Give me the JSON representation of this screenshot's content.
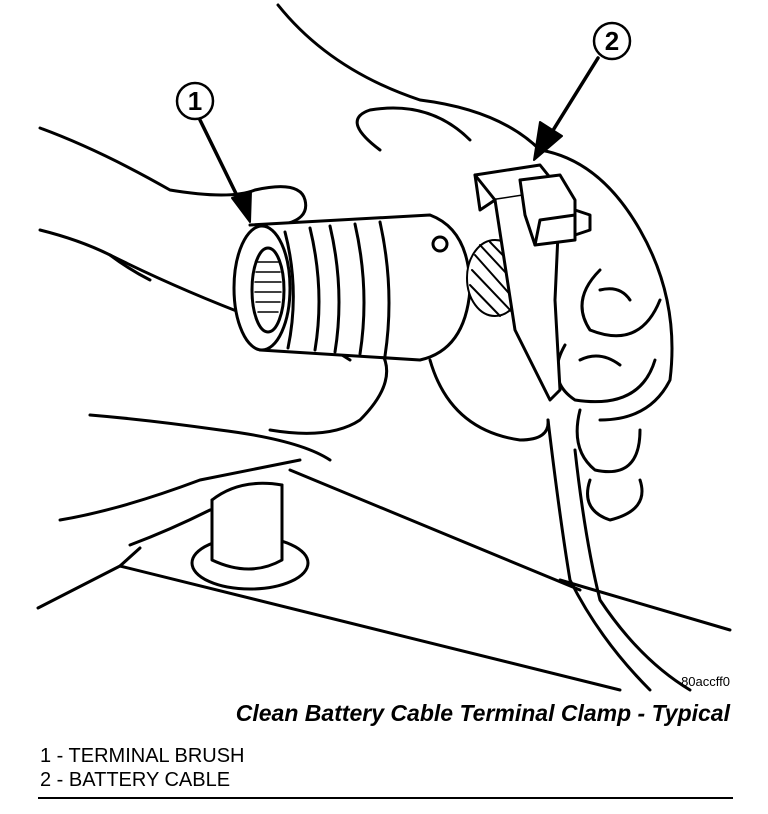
{
  "figure": {
    "code": "80accff0",
    "title": "Clean Battery Cable Terminal Clamp - Typical"
  },
  "callouts": [
    {
      "number": "1"
    },
    {
      "number": "2"
    }
  ],
  "legend": [
    {
      "number": "1",
      "label": "TERMINAL BRUSH"
    },
    {
      "number": "2",
      "label": "BATTERY CABLE"
    }
  ]
}
